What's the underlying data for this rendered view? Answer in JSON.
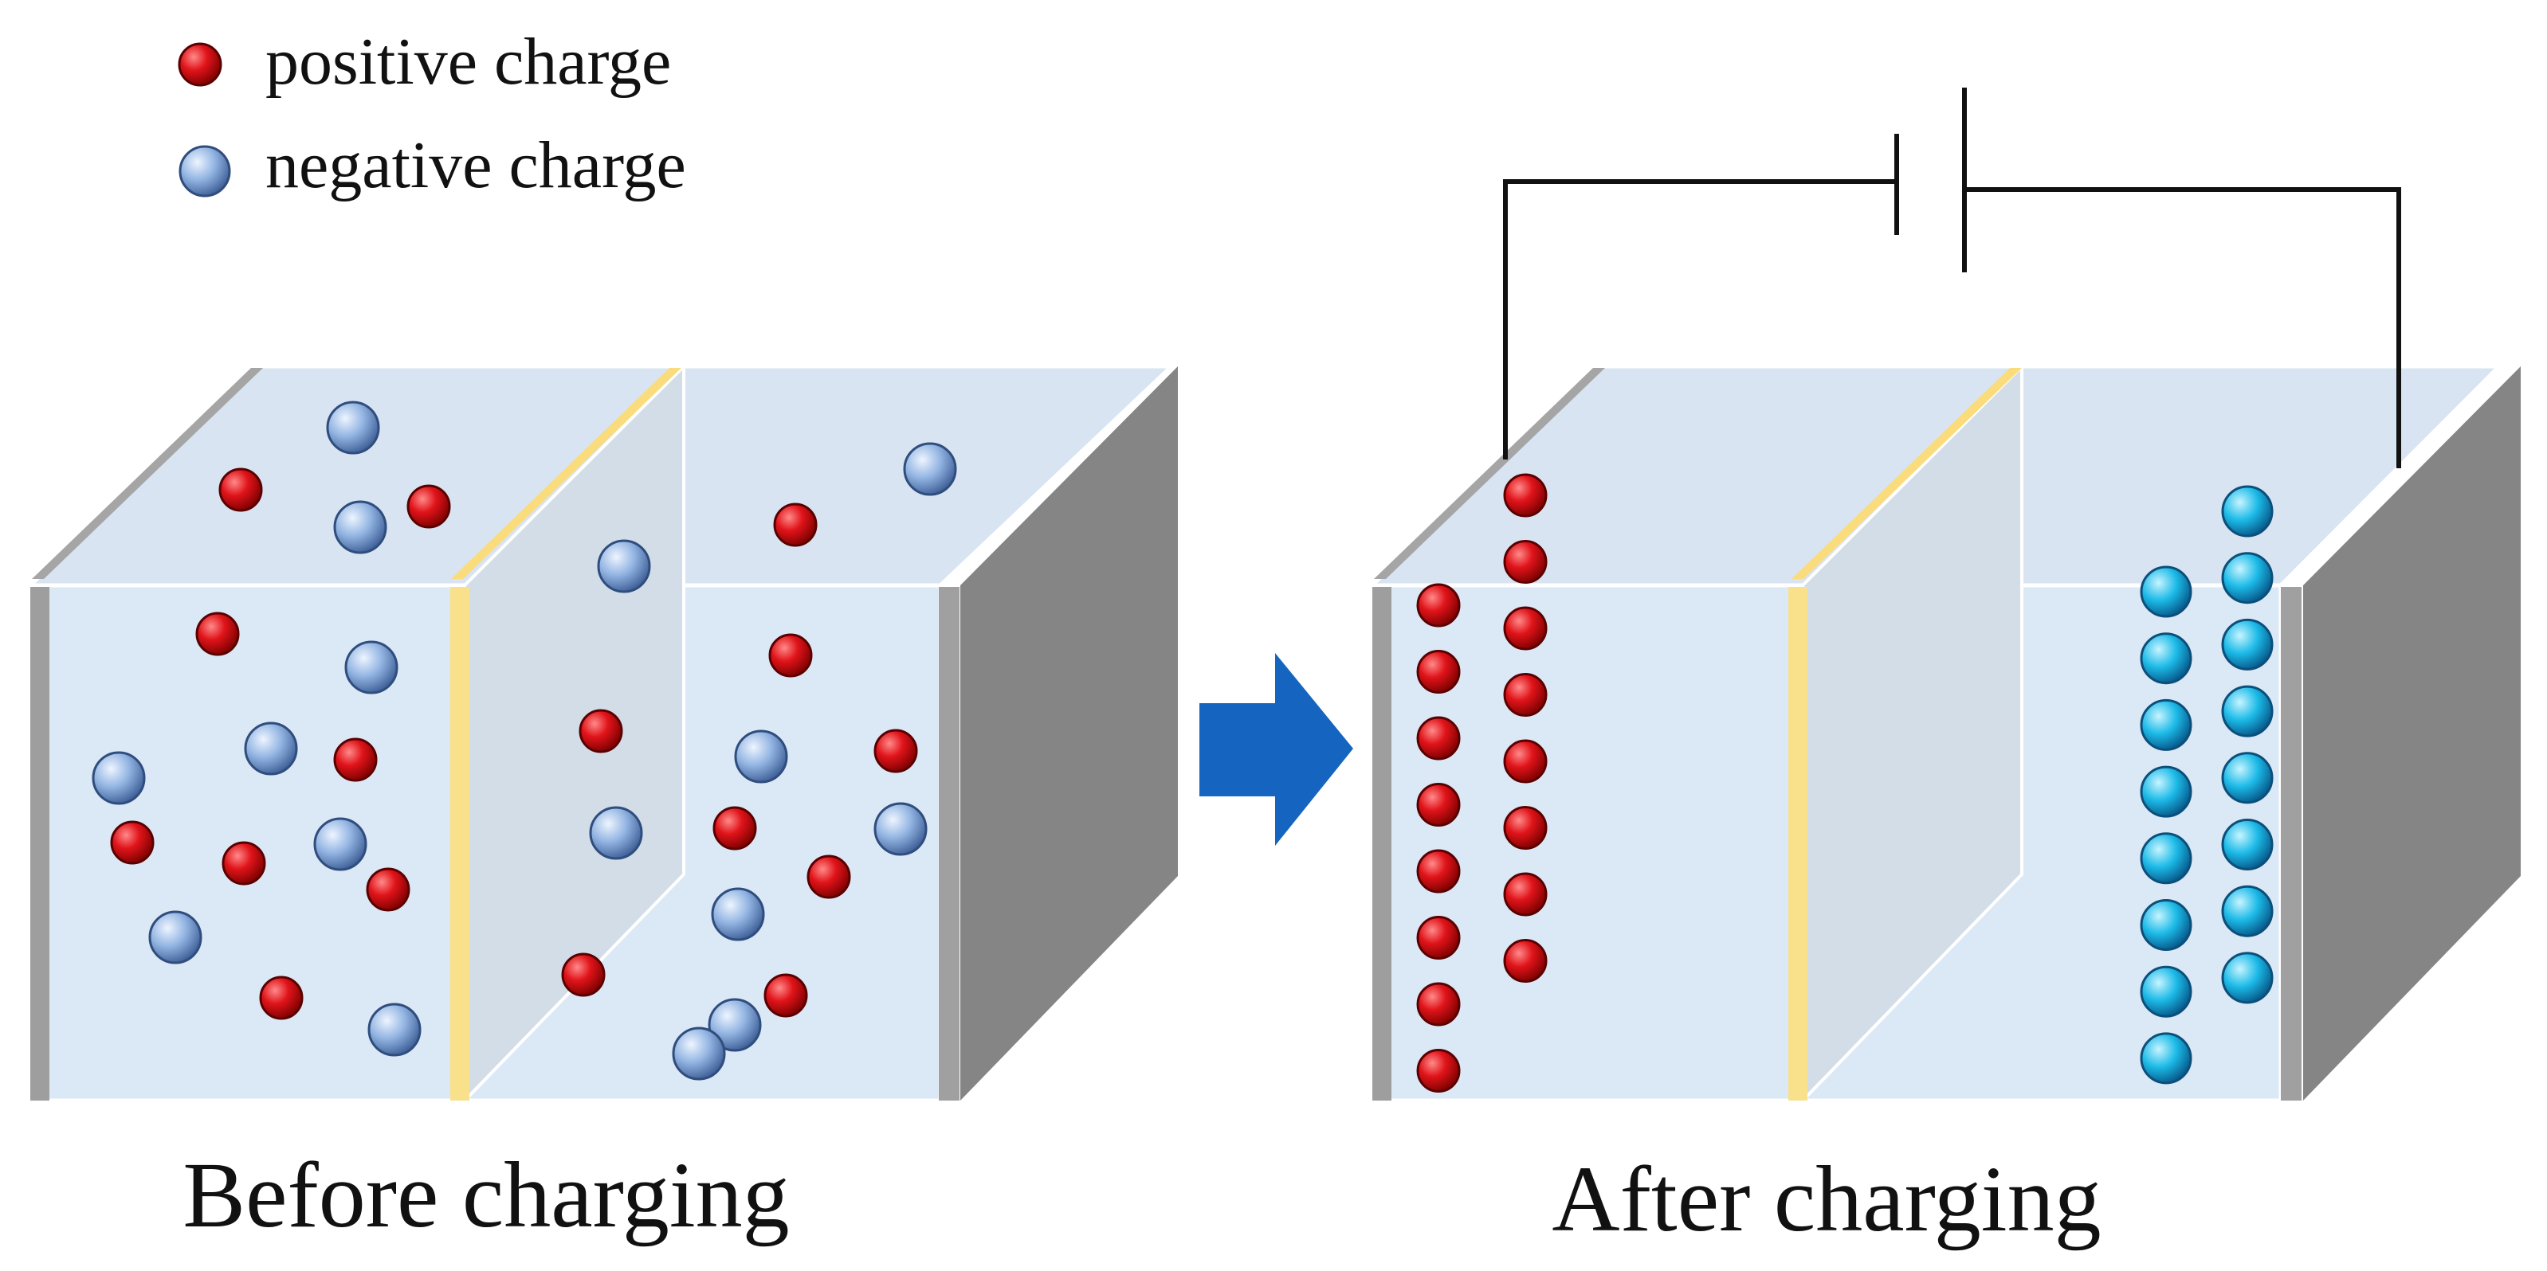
{
  "legend": {
    "positive_label": "positive charge",
    "negative_label": "negative charge"
  },
  "captions": {
    "before": "Before charging",
    "after": "After charging"
  },
  "colors": {
    "positive_charge": "#d10f14",
    "negative_charge_before": "#8fb1df",
    "negative_charge_after": "#12b7e6",
    "electrolyte": "#dbe8f6",
    "separator": "#f9e08a",
    "electrode_plate": "#9b9b9b",
    "end_face": "#858585",
    "arrow": "#1565c0"
  },
  "icons": {
    "transition": "right-arrow-icon",
    "power_source": "battery-icon"
  }
}
